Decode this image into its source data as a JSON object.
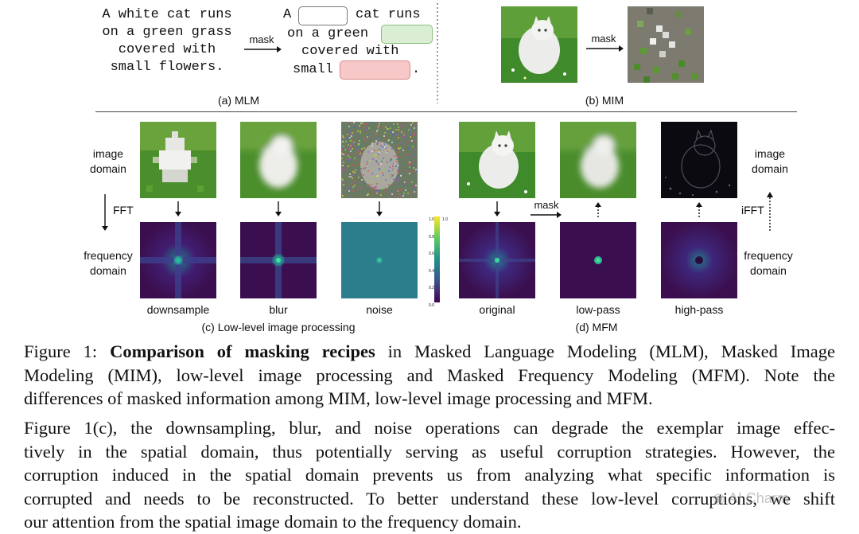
{
  "mlm": {
    "original_lines": [
      "A white cat runs",
      "on a green grass",
      "covered with",
      "small flowers."
    ],
    "masked_line1_a": "A",
    "masked_line1_b": "cat runs",
    "masked_line2": "on a green",
    "masked_line3": "covered with",
    "masked_line4_a": "small",
    "masked_line4_b": ".",
    "arrow_label": "mask",
    "caption": "(a) MLM"
  },
  "mim": {
    "arrow_label": "mask",
    "caption": "(b) MIM"
  },
  "lowlevel": {
    "image_domain_label": [
      "image",
      "domain"
    ],
    "fft_label": "FFT",
    "frequency_domain_label": [
      "frequency",
      "domain"
    ],
    "columns": [
      "downsample",
      "blur",
      "noise"
    ],
    "caption": "(c) Low-level image processing"
  },
  "colorbar": {
    "ticks": [
      "1.0",
      "0.8",
      "0.6",
      "0.4",
      "0.2",
      "0.0"
    ],
    "ticks_right": [
      "1.0"
    ]
  },
  "mfm": {
    "mask_label": "mask",
    "ifft_label": "iFFT",
    "image_domain_label": [
      "image",
      "domain"
    ],
    "frequency_domain_label": [
      "frequency",
      "domain"
    ],
    "columns": [
      "original",
      "low-pass",
      "high-pass"
    ],
    "caption": "(d) MFM"
  },
  "figure_caption": {
    "prefix": "Figure 1: ",
    "bold": "Comparison of masking recipes",
    "line1_rest": " in Masked Language Modeling (MLM), Masked Image",
    "line2": "Modeling (MIM), low-level image processing and Masked Frequency Modeling (MFM). Note the",
    "line3": "differences of masked information among MIM, low-level image processing and MFM."
  },
  "body_text": {
    "lines": [
      "Figure 1(c), the downsampling, blur, and noise operations can degrade the exemplar image effec-",
      "tively in the spatial domain, thus potentially serving as useful corruption strategies. However, the",
      "corruption induced in the spatial domain prevents us from analyzing what specific information is",
      "corrupted and needs to be reconstructed. To better understand these low-level corruptions, we shift",
      "our attention from the spatial image domain to the frequency domain."
    ]
  },
  "watermark": "AI Charm",
  "colors": {
    "dark_purple": "#3b0f4f",
    "spectrum_center": "#21c2a0",
    "grass": "#3f8a2a",
    "mask_green": "#d9eed2",
    "mask_red": "#f7c8c8"
  }
}
